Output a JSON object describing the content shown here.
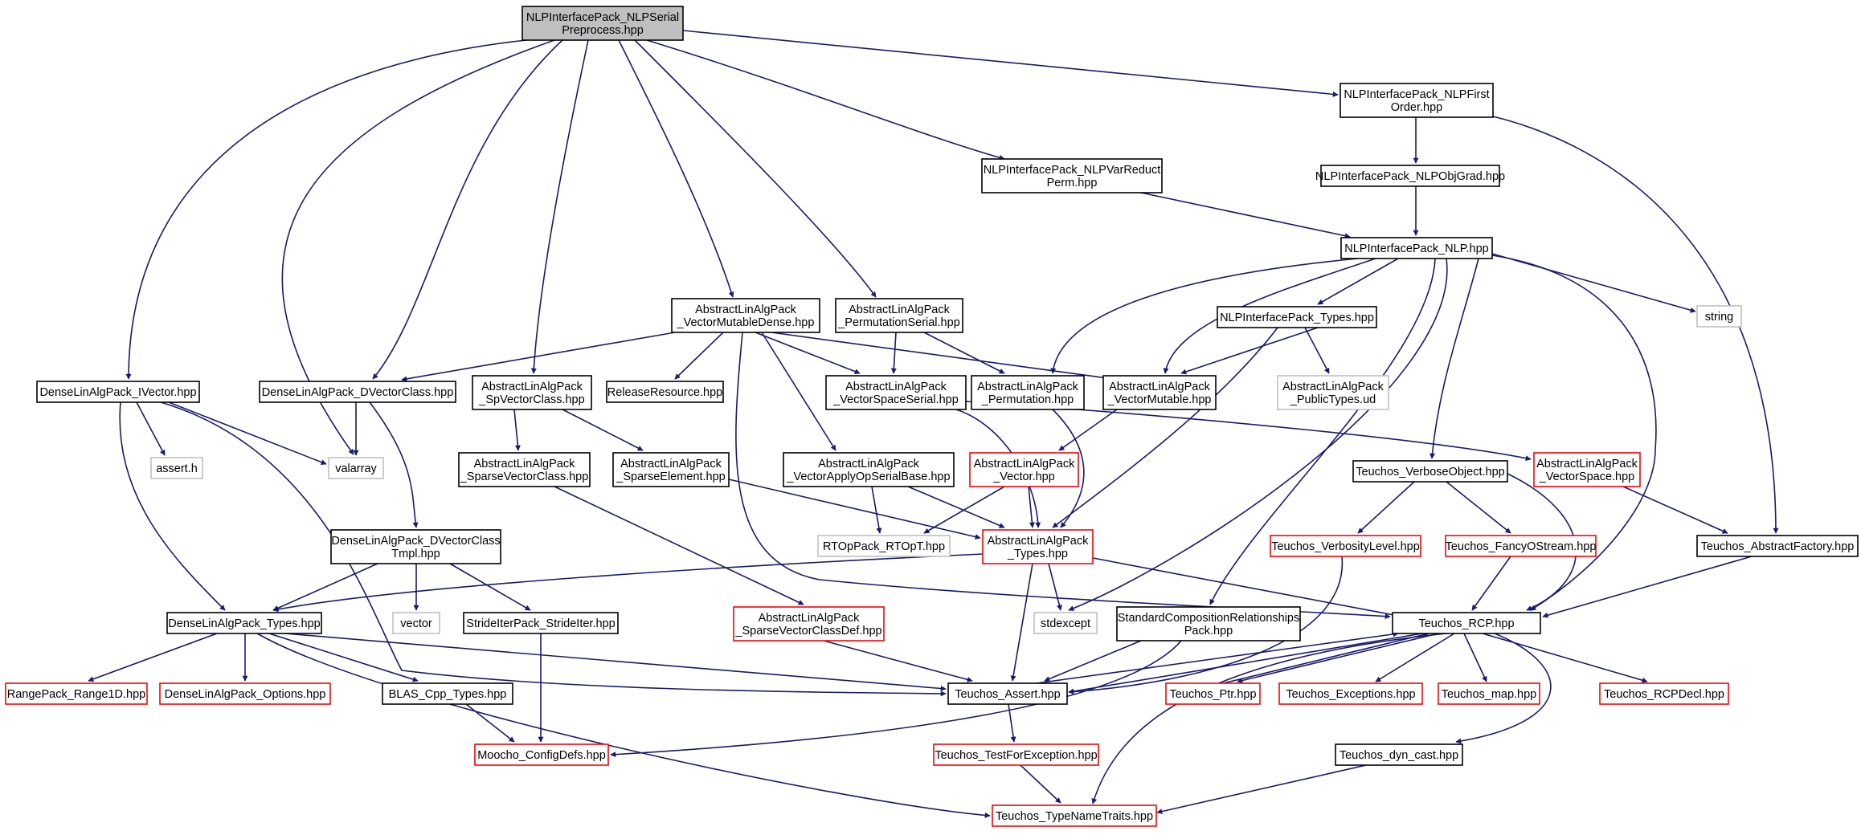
{
  "diagram": {
    "kind": "doxygen include dependency graph",
    "colors": {
      "edge": "#191970",
      "root_fill": "#bfbfbf",
      "external_border": "#ff0000",
      "system_border": "#bfbfbf",
      "node_border": "#000000"
    },
    "nodes": [
      {
        "id": "root",
        "style": "root",
        "lines": [
          "NLPInterfacePack_NLPSerial",
          "Preprocess.hpp"
        ]
      },
      {
        "id": "nlpfirst",
        "style": "plain",
        "lines": [
          "NLPInterfacePack_NLPFirst",
          "Order.hpp"
        ]
      },
      {
        "id": "nlpvar",
        "style": "plain",
        "lines": [
          "NLPInterfacePack_NLPVarReduct",
          "Perm.hpp"
        ]
      },
      {
        "id": "nlpobj",
        "style": "plain",
        "lines": [
          "NLPInterfacePack_NLPObjGrad.hpp"
        ]
      },
      {
        "id": "nlp",
        "style": "plain",
        "lines": [
          "NLPInterfacePack_NLP.hpp"
        ]
      },
      {
        "id": "vmd",
        "style": "plain",
        "lines": [
          "AbstractLinAlgPack",
          "_VectorMutableDense.hpp"
        ]
      },
      {
        "id": "permser",
        "style": "plain",
        "lines": [
          "AbstractLinAlgPack",
          "_PermutationSerial.hpp"
        ]
      },
      {
        "id": "nlptypes",
        "style": "plain",
        "lines": [
          "NLPInterfacePack_Types.hpp"
        ]
      },
      {
        "id": "string",
        "style": "gray",
        "lines": [
          "string"
        ]
      },
      {
        "id": "ivector",
        "style": "plain",
        "lines": [
          "DenseLinAlgPack_IVector.hpp"
        ]
      },
      {
        "id": "dvector",
        "style": "plain",
        "lines": [
          "DenseLinAlgPack_DVectorClass.hpp"
        ]
      },
      {
        "id": "spvec",
        "style": "plain",
        "lines": [
          "AbstractLinAlgPack",
          "_SpVectorClass.hpp"
        ]
      },
      {
        "id": "relres",
        "style": "plain",
        "lines": [
          "ReleaseResource.hpp"
        ]
      },
      {
        "id": "vss",
        "style": "plain",
        "lines": [
          "AbstractLinAlgPack",
          "_VectorSpaceSerial.hpp"
        ]
      },
      {
        "id": "perm",
        "style": "plain",
        "lines": [
          "AbstractLinAlgPack",
          "_Permutation.hpp"
        ]
      },
      {
        "id": "vmut",
        "style": "plain",
        "lines": [
          "AbstractLinAlgPack",
          "_VectorMutable.hpp"
        ]
      },
      {
        "id": "pubtypes",
        "style": "gray",
        "lines": [
          "AbstractLinAlgPack",
          "_PublicTypes.ud"
        ]
      },
      {
        "id": "asserth",
        "style": "gray",
        "lines": [
          "assert.h"
        ]
      },
      {
        "id": "valarray",
        "style": "gray",
        "lines": [
          "valarray"
        ]
      },
      {
        "id": "sparsevec",
        "style": "plain",
        "lines": [
          "AbstractLinAlgPack",
          "_SparseVectorClass.hpp"
        ]
      },
      {
        "id": "sparseel",
        "style": "plain",
        "lines": [
          "AbstractLinAlgPack",
          "_SparseElement.hpp"
        ]
      },
      {
        "id": "vaos",
        "style": "plain",
        "lines": [
          "AbstractLinAlgPack",
          "_VectorApplyOpSerialBase.hpp"
        ]
      },
      {
        "id": "vector",
        "style": "red",
        "lines": [
          "AbstractLinAlgPack",
          "_Vector.hpp"
        ]
      },
      {
        "id": "verbose",
        "style": "plain",
        "lines": [
          "Teuchos_VerboseObject.hpp"
        ]
      },
      {
        "id": "vspace",
        "style": "red",
        "lines": [
          "AbstractLinAlgPack",
          "_VectorSpace.hpp"
        ]
      },
      {
        "id": "dvtmpl",
        "style": "plain",
        "lines": [
          "DenseLinAlgPack_DVectorClass",
          "Tmpl.hpp"
        ]
      },
      {
        "id": "rtop",
        "style": "gray",
        "lines": [
          "RTOpPack_RTOpT.hpp"
        ]
      },
      {
        "id": "altypes",
        "style": "red",
        "lines": [
          "AbstractLinAlgPack",
          "_Types.hpp"
        ]
      },
      {
        "id": "verblvl",
        "style": "red",
        "lines": [
          "Teuchos_VerbosityLevel.hpp"
        ]
      },
      {
        "id": "fancy",
        "style": "red",
        "lines": [
          "Teuchos_FancyOStream.hpp"
        ]
      },
      {
        "id": "absfact",
        "style": "plain",
        "lines": [
          "Teuchos_AbstractFactory.hpp"
        ]
      },
      {
        "id": "dltypes",
        "style": "plain",
        "lines": [
          "DenseLinAlgPack_Types.hpp"
        ]
      },
      {
        "id": "vectorstd",
        "style": "gray",
        "lines": [
          "vector"
        ]
      },
      {
        "id": "stride",
        "style": "plain",
        "lines": [
          "StrideIterPack_StrideIter.hpp"
        ]
      },
      {
        "id": "svcdef",
        "style": "red",
        "lines": [
          "AbstractLinAlgPack",
          "_SparseVectorClassDef.hpp"
        ]
      },
      {
        "id": "stdexcept",
        "style": "gray",
        "lines": [
          "stdexcept"
        ]
      },
      {
        "id": "stdcomp",
        "style": "plain",
        "lines": [
          "StandardCompositionRelationships",
          "Pack.hpp"
        ]
      },
      {
        "id": "rcp",
        "style": "plain",
        "lines": [
          "Teuchos_RCP.hpp"
        ]
      },
      {
        "id": "range",
        "style": "red",
        "lines": [
          "RangePack_Range1D.hpp"
        ]
      },
      {
        "id": "dlopts",
        "style": "red",
        "lines": [
          "DenseLinAlgPack_Options.hpp"
        ]
      },
      {
        "id": "blas",
        "style": "plain",
        "lines": [
          "BLAS_Cpp_Types.hpp"
        ]
      },
      {
        "id": "assert",
        "style": "plain",
        "lines": [
          "Teuchos_Assert.hpp"
        ]
      },
      {
        "id": "ptr",
        "style": "red",
        "lines": [
          "Teuchos_Ptr.hpp"
        ]
      },
      {
        "id": "exc",
        "style": "red",
        "lines": [
          "Teuchos_Exceptions.hpp"
        ]
      },
      {
        "id": "map",
        "style": "red",
        "lines": [
          "Teuchos_map.hpp"
        ]
      },
      {
        "id": "rcpdecl",
        "style": "red",
        "lines": [
          "Teuchos_RCPDecl.hpp"
        ]
      },
      {
        "id": "moocho",
        "style": "red",
        "lines": [
          "Moocho_ConfigDefs.hpp"
        ]
      },
      {
        "id": "testexc",
        "style": "red",
        "lines": [
          "Teuchos_TestForException.hpp"
        ]
      },
      {
        "id": "dyncast",
        "style": "plain",
        "lines": [
          "Teuchos_dyn_cast.hpp"
        ]
      },
      {
        "id": "typename",
        "style": "red",
        "lines": [
          "Teuchos_TypeNameTraits.hpp"
        ]
      }
    ]
  }
}
